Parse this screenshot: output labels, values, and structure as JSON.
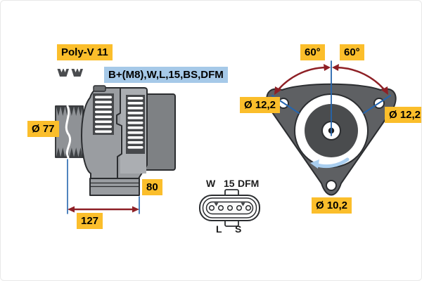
{
  "diagram_title": "Alternator dimensional drawing",
  "labels": {
    "belt_type": "Poly-V 11",
    "terminals": "B+(M8),W,L,15,BS,DFM",
    "pulley_diameter": "Ø 77",
    "body_width": "80",
    "mounting_length": "127",
    "angle_left": "60°",
    "angle_right": "60°",
    "hole_left_diameter": "Ø 12,2",
    "hole_right_diameter": "Ø 12,2",
    "hole_bottom_diameter": "Ø 10,2"
  },
  "connector": {
    "top_pins": [
      "W",
      "15",
      "DFM"
    ],
    "bottom_pins": [
      "L",
      "S"
    ]
  },
  "icons": {
    "belt_profile": "poly-v-belt-cross-section",
    "rotation": "counterclockwise-rotation-arrow"
  },
  "colors": {
    "label_yellow": "#FBBE2B",
    "label_blue": "#A6C9E8",
    "dimension_red": "#8E2026",
    "dimension_blue": "#2565AE",
    "rotation_blue": "#A9CEEF",
    "outline": "#2B2D30",
    "body_gray": "#9A9DA1"
  }
}
